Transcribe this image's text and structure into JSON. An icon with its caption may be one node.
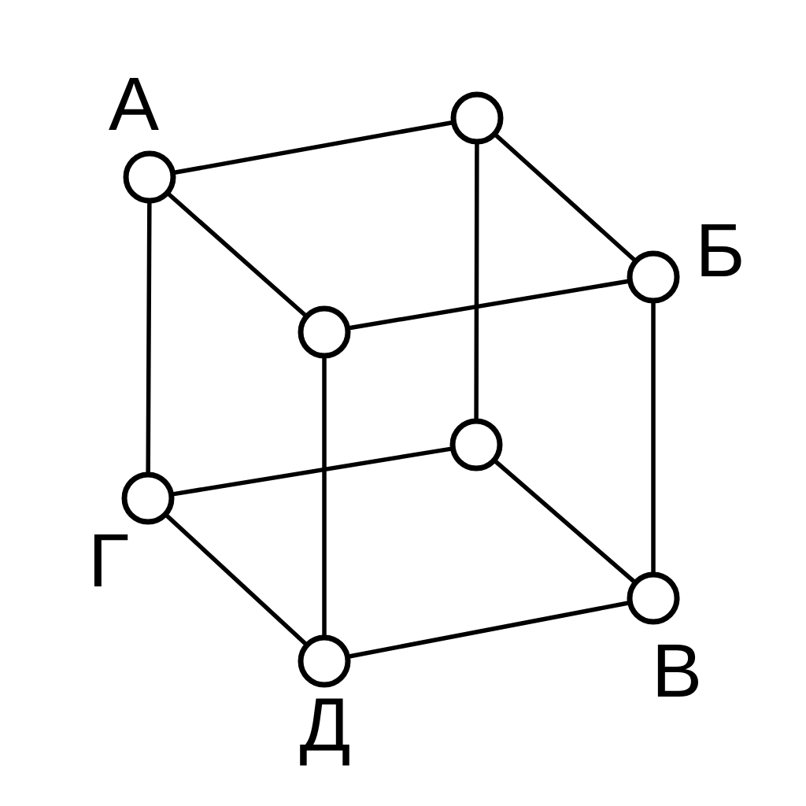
{
  "diagram": {
    "nodes": [
      {
        "text": [],
        "shape": "circle",
        "beside": [
          "А"
        ]
      },
      {
        "text": [],
        "shape": "circle"
      },
      {
        "text": [],
        "shape": "circle",
        "beside": [
          "Б"
        ]
      },
      {
        "text": [],
        "shape": "circle"
      },
      {
        "text": [],
        "shape": "circle"
      },
      {
        "text": [],
        "shape": "circle",
        "beside": [
          "Г"
        ]
      },
      {
        "text": [],
        "shape": "circle",
        "beside": [
          "В"
        ]
      },
      {
        "text": [],
        "shape": "circle",
        "beside": [
          "Д"
        ]
      }
    ],
    "edges": [
      {
        "from": 0,
        "to": 1,
        "arrow": "none"
      },
      {
        "from": 1,
        "to": 2,
        "arrow": "none"
      },
      {
        "from": 0,
        "to": 3,
        "arrow": "none"
      },
      {
        "from": 3,
        "to": 2,
        "arrow": "none"
      },
      {
        "from": 0,
        "to": 5,
        "arrow": "none"
      },
      {
        "from": 1,
        "to": 4,
        "arrow": "none"
      },
      {
        "from": 3,
        "to": 7,
        "arrow": "none"
      },
      {
        "from": 2,
        "to": 6,
        "arrow": "none"
      },
      {
        "from": 5,
        "to": 4,
        "arrow": "none"
      },
      {
        "from": 4,
        "to": 6,
        "arrow": "none"
      },
      {
        "from": 5,
        "to": 7,
        "arrow": "none"
      },
      {
        "from": 7,
        "to": 6,
        "arrow": "none"
      }
    ]
  }
}
